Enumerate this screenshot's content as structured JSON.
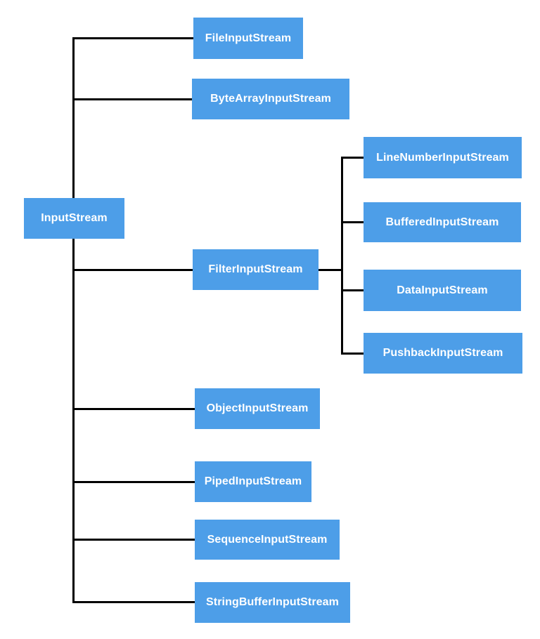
{
  "colors": {
    "node_fill": "#4D9EE8",
    "node_text": "#FFFFFF",
    "connector": "#000000",
    "background": "#FFFFFF"
  },
  "nodes": {
    "inputstream": {
      "label": "InputStream"
    },
    "fileinputstream": {
      "label": "FileInputStream"
    },
    "bytearrayinputstream": {
      "label": "ByteArrayInputStream"
    },
    "filterinputstream": {
      "label": "FilterInputStream"
    },
    "linenumberinputstream": {
      "label": "LineNumberInputStream"
    },
    "bufferedinputstream": {
      "label": "BufferedInputStream"
    },
    "datainputstream": {
      "label": "DataInputStream"
    },
    "pushbackinputstream": {
      "label": "PushbackInputStream"
    },
    "objectinputstream": {
      "label": "ObjectInputStream"
    },
    "pipedinputstream": {
      "label": "PipedInputStream"
    },
    "sequenceinputstream": {
      "label": "SequenceInputStream"
    },
    "stringbufferinputstream": {
      "label": "StringBufferInputStream"
    }
  },
  "hierarchy": {
    "root": "InputStream",
    "children": [
      {
        "name": "FileInputStream"
      },
      {
        "name": "ByteArrayInputStream"
      },
      {
        "name": "FilterInputStream",
        "children": [
          {
            "name": "LineNumberInputStream"
          },
          {
            "name": "BufferedInputStream"
          },
          {
            "name": "DataInputStream"
          },
          {
            "name": "PushbackInputStream"
          }
        ]
      },
      {
        "name": "ObjectInputStream"
      },
      {
        "name": "PipedInputStream"
      },
      {
        "name": "SequenceInputStream"
      },
      {
        "name": "StringBufferInputStream"
      }
    ]
  }
}
